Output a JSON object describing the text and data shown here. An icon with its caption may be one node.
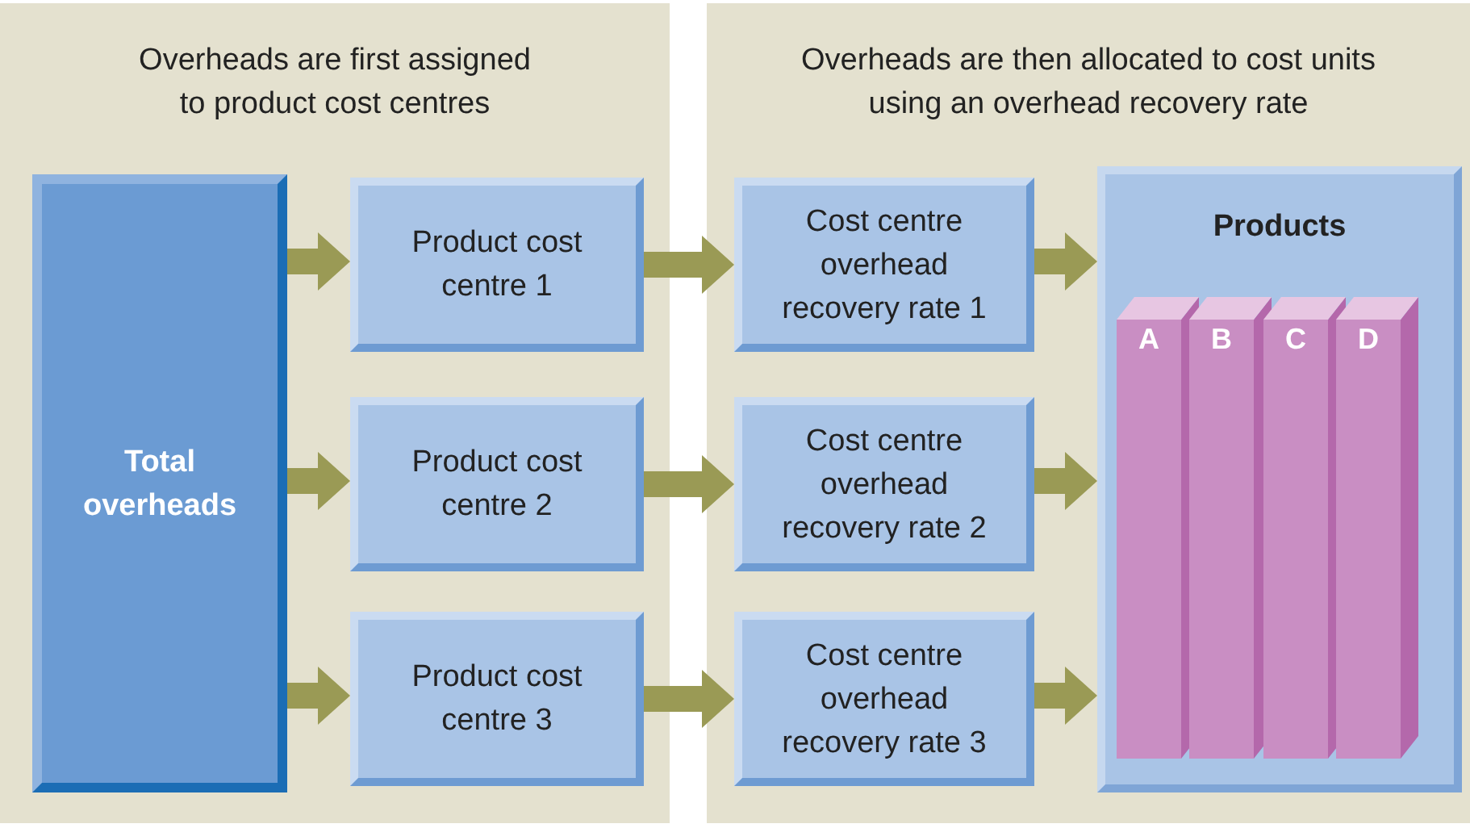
{
  "diagram": {
    "nodes": [
      {
        "text": [
          "Overheads are first assigned to product cost centres"
        ]
      },
      {
        "text": [
          "Total overheads"
        ],
        "in": 0
      },
      {
        "text": [
          "Product cost centre 1"
        ],
        "in": 0
      },
      {
        "text": [
          "Product cost centre 2"
        ],
        "in": 0
      },
      {
        "text": [
          "Product cost centre 3"
        ],
        "in": 0
      },
      {
        "text": [
          "Overheads are then allocated to cost units using an overhead recovery rate"
        ]
      },
      {
        "text": [
          "Cost centre overhead recovery rate 1"
        ],
        "in": 5
      },
      {
        "text": [
          "Cost centre overhead recovery rate 2"
        ],
        "in": 5
      },
      {
        "text": [
          "Cost centre overhead recovery rate 3"
        ],
        "in": 5
      },
      {
        "text": [
          "Products"
        ],
        "in": 5
      },
      {
        "text": [
          "A"
        ],
        "in": 9
      },
      {
        "text": [
          "B"
        ],
        "in": 9
      },
      {
        "text": [
          "C"
        ],
        "in": 9
      },
      {
        "text": [
          "D"
        ],
        "in": 9
      }
    ],
    "edges": [
      {
        "from": 1,
        "to": 2,
        "arrow": "to"
      },
      {
        "from": 1,
        "to": 3,
        "arrow": "to"
      },
      {
        "from": 1,
        "to": 4,
        "arrow": "to"
      },
      {
        "from": 2,
        "to": 6,
        "arrow": "to"
      },
      {
        "from": 3,
        "to": 7,
        "arrow": "to"
      },
      {
        "from": 4,
        "to": 8,
        "arrow": "to"
      },
      {
        "from": 6,
        "to": 9,
        "arrow": "to"
      },
      {
        "from": 7,
        "to": 9,
        "arrow": "to"
      },
      {
        "from": 8,
        "to": 9,
        "arrow": "to"
      }
    ]
  }
}
